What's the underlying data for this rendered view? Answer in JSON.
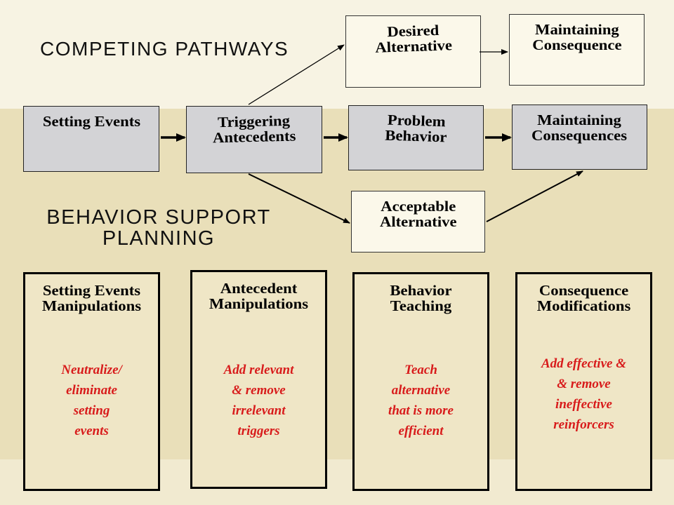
{
  "headings": {
    "competing": "COMPETING PATHWAYS",
    "support": "BEHAVIOR SUPPORT\nPLANNING"
  },
  "pathway": {
    "setting_events": "Setting Events",
    "triggering_antecedents": "Triggering\nAntecedents",
    "problem_behavior": "Problem\nBehavior",
    "maintaining_consequences": "Maintaining\nConsequences",
    "desired_alternative": "Desired\nAlternative",
    "maintaining_consequence": "Maintaining\nConsequence",
    "acceptable_alternative": "Acceptable\nAlternative"
  },
  "planning": [
    {
      "title": "Setting Events\nManipulations",
      "body": "Neutralize/\neliminate\nsetting\nevents"
    },
    {
      "title": "Antecedent\nManipulations",
      "body": "Add relevant\n& remove\nirrelevant\ntriggers"
    },
    {
      "title": "Behavior\nTeaching",
      "body": "Teach\nalternative\nthat is more\nefficient"
    },
    {
      "title": "Consequence\nModifications",
      "body": "Add effective &\n& remove\nineffective\nreinforcers"
    }
  ],
  "colors": {
    "background": "#efe6c6",
    "gray_box": "#d3d3d6",
    "cream_box": "#fbf8ea",
    "emphasis_text": "#d81b1b"
  }
}
